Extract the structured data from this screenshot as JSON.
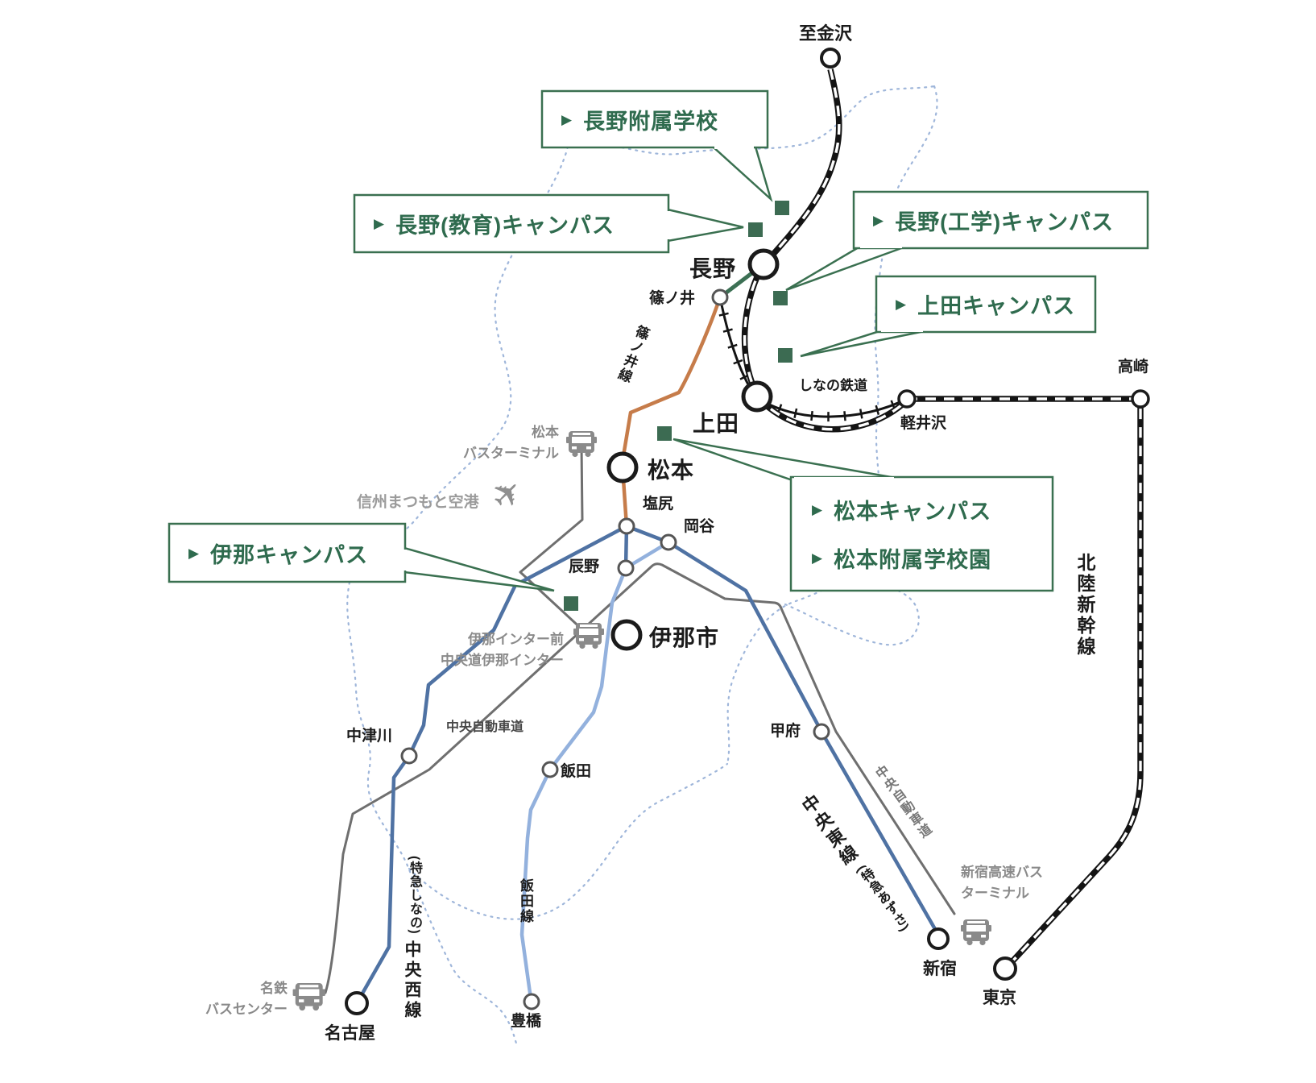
{
  "callouts": {
    "marker": "▶",
    "nagano_fuzoku": "長野附属学校",
    "nagano_kyoiku": "長野(教育)キャンパス",
    "nagano_kogaku": "長野(工学)キャンパス",
    "ueda": "上田キャンパス",
    "ina": "伊那キャンパス",
    "matsumoto_campus": "松本キャンパス",
    "matsumoto_fuzoku": "松本附属学校園"
  },
  "stations": {
    "kanazawa": "至金沢",
    "nagano": "長野",
    "shinonoi": "篠ノ井",
    "ueda": "上田",
    "karuizawa": "軽井沢",
    "takasaki": "高崎",
    "matsumoto": "松本",
    "shiojiri": "塩尻",
    "okaya": "岡谷",
    "tatsuno": "辰野",
    "ina_shi": "伊那市",
    "kofu": "甲府",
    "nakatsugawa": "中津川",
    "iida": "飯田",
    "shinjuku": "新宿",
    "tokyo": "東京",
    "nagoya": "名古屋",
    "toyohashi": "豊橋"
  },
  "lines": {
    "shinonoi_line": "篠ノ井線",
    "shinano_railway": "しなの鉄道",
    "hokuriku_shinkansen": "北陸新幹線",
    "chuo_east": "中央東線",
    "chuo_east_note": "(特急あずさ)",
    "chuo_west": "中央西線",
    "chuo_west_note": "(特急しなの)",
    "iida_line": "飯田線",
    "chuo_expwy": "中央自動車道",
    "chuo_expwy_diag": "中央自動車道"
  },
  "facilities": {
    "matsumoto_bt_l1": "松本",
    "matsumoto_bt_l2": "バスターミナル",
    "airport": "信州まつもと空港",
    "ina_inter_l1": "伊那インター前",
    "ina_inter_l2": "中央道伊那インター",
    "shinjuku_bt_l1": "新宿高速バス",
    "shinjuku_bt_l2": "ターミナル",
    "meitetsu_l1": "名鉄",
    "meitetsu_l2": "バスセンター"
  },
  "icons": {
    "plane": "✈"
  },
  "colors": {
    "campus_green": "#2F6B4E",
    "box_border": "#3A7050",
    "square_green": "#3C6B52",
    "rail_orange": "#C67C4A",
    "rail_blue_dark": "#4F72A3",
    "rail_blue_light": "#93B1DD",
    "road_gray": "#6F6F6F",
    "boundary_blue": "#9FB6DA",
    "rail_black": "#141414"
  }
}
